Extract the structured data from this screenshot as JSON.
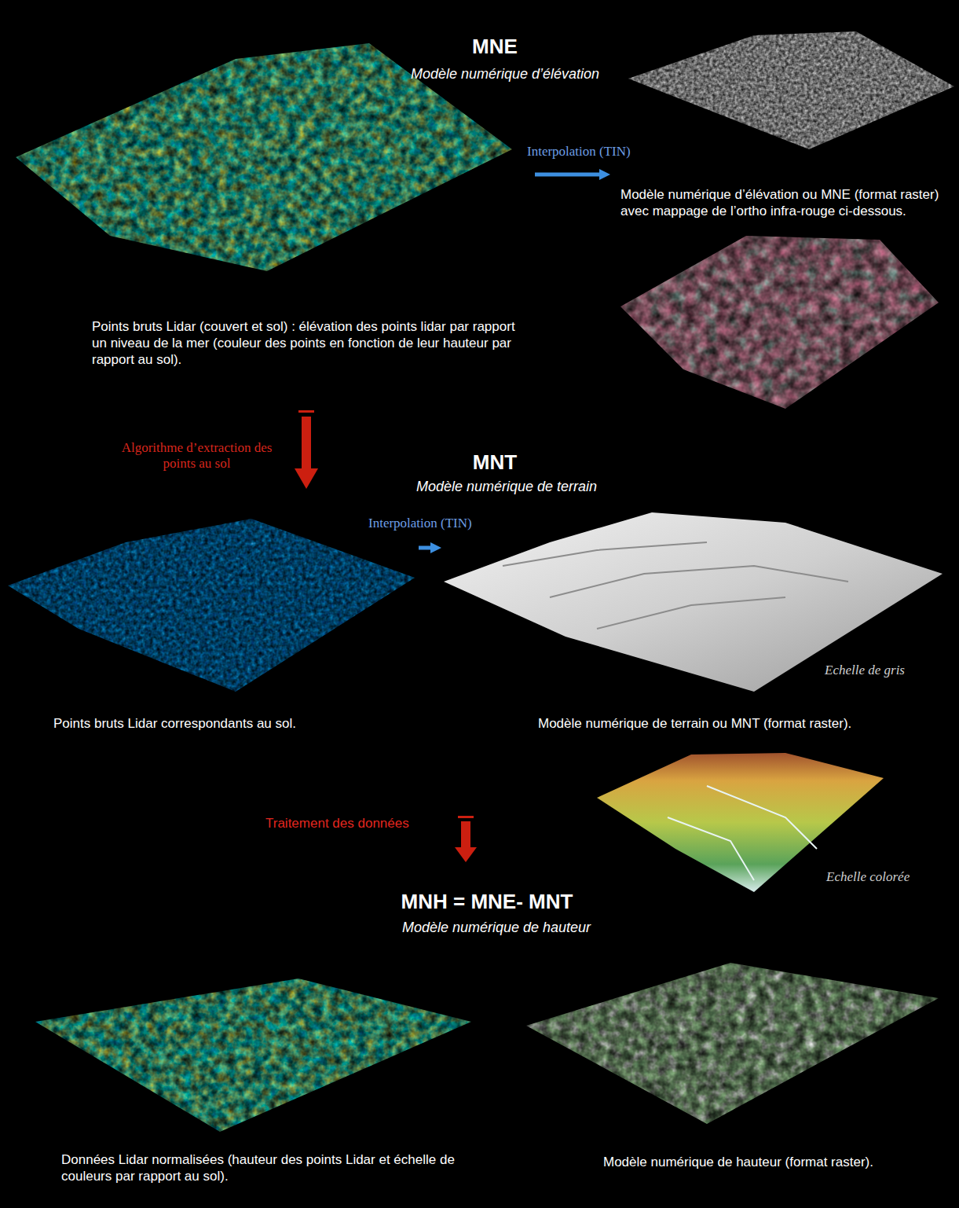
{
  "diagram": {
    "nodes": [
      {
        "text": [
          "Points bruts Lidar (couvert et sol) : élévation des points lidar par rapport un niveau de la mer (couleur des points en fonction de leur hauteur par rapport au sol)."
        ]
      },
      {
        "text": [
          "Modèle numérique d’élévation ou MNE (format raster) avec mappage de l’ortho infra-rouge ci-dessous."
        ]
      },
      {
        "text": [
          "Points bruts Lidar correspondants au sol."
        ]
      },
      {
        "text": [
          "Echelle de gris",
          "Modèle numérique de terrain ou MNT (format raster)."
        ]
      },
      {
        "text": [
          "Données Lidar normalisées (hauteur des points Lidar et échelle de couleurs par rapport au sol)."
        ]
      },
      {
        "text": [
          "Modèle numérique de hauteur (format raster)."
        ]
      }
    ],
    "edges": [
      {
        "from": 0,
        "to": 1,
        "label": "Interpolation (TIN)",
        "arrow": "to"
      },
      {
        "from": 0,
        "to": 2,
        "label": "Algorithme d’extraction des points au sol",
        "arrow": "to"
      },
      {
        "from": 2,
        "to": 3,
        "label": "Interpolation (TIN)",
        "arrow": "to"
      }
    ],
    "labels": [
      "MNE",
      "Modèle numérique d’élévation",
      "MNT",
      "Modèle numérique de terrain",
      "Traitement des données",
      "Echelle colorée",
      "MNH = MNE- MNT",
      "Modèle numérique de hauteur"
    ]
  }
}
